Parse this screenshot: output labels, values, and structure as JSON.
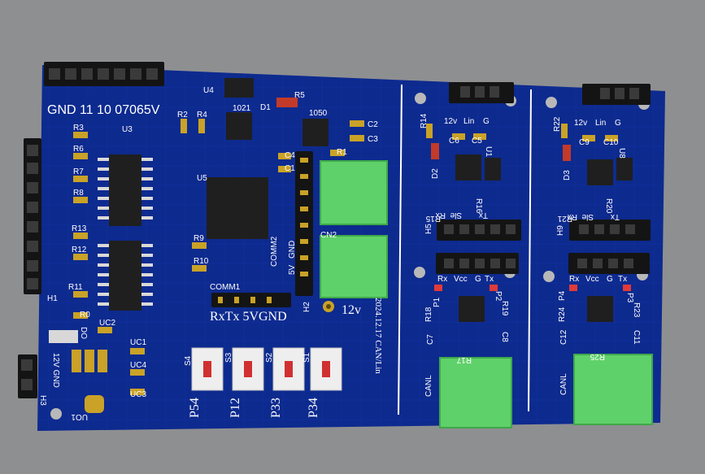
{
  "colors": {
    "background": "#8e8f91",
    "board": "#0d2a8e",
    "silkscreen": "#ffffff",
    "terminal": "#5fd16a",
    "header": "#141414",
    "pad": "#c9a227",
    "ic": "#1f1f1f"
  },
  "main": {
    "top_pins": "GND 11 10 07065V",
    "refs": [
      "U4",
      "R5",
      "D1",
      "1021",
      "1050",
      "R2",
      "R4",
      "R3",
      "U3",
      "R6",
      "R7",
      "R8",
      "R13",
      "R12",
      "R11",
      "R0",
      "H1",
      "U5",
      "R9",
      "R10",
      "C2",
      "C3",
      "C4",
      "C1",
      "R1",
      "CN2",
      "COMM2",
      "5V",
      "GND",
      "H2",
      "COMM1",
      "UC2",
      "UC1",
      "UC4",
      "UC3",
      "DO",
      "H3",
      "UO1",
      "S4",
      "S3",
      "S2",
      "S1"
    ],
    "comm1_pins": "RxTx 5VGND",
    "power_label": "12v",
    "power_input": "12V GND",
    "buttons": [
      "P54",
      "P12",
      "P33",
      "P34"
    ],
    "date_text": "2024.12.17 CAN/Lin"
  },
  "lin1": {
    "refs": [
      "R14",
      "C6",
      "C5",
      "U1",
      "D2",
      "R16",
      "R15",
      "H5",
      "12v",
      "Lin",
      "G"
    ],
    "side": [
      "Rx",
      "Sle",
      "Tx"
    ]
  },
  "lin2": {
    "refs": [
      "R22",
      "C9",
      "C10",
      "U8",
      "D3",
      "R20",
      "R21",
      "H9",
      "12v",
      "Lin",
      "G"
    ],
    "side": [
      "Rx",
      "Sle",
      "Tx"
    ]
  },
  "can1": {
    "pins": [
      "Rx",
      "Vcc",
      "G",
      "Tx"
    ],
    "refs": [
      "R18",
      "P1",
      "R19",
      "P2",
      "C7",
      "C8",
      "R17"
    ],
    "terminal": "CANL"
  },
  "can2": {
    "pins": [
      "Rx",
      "Vcc",
      "G",
      "Tx"
    ],
    "refs": [
      "R24",
      "P4",
      "R23",
      "P3",
      "C12",
      "C11",
      "R25"
    ],
    "terminal": "CANL"
  }
}
